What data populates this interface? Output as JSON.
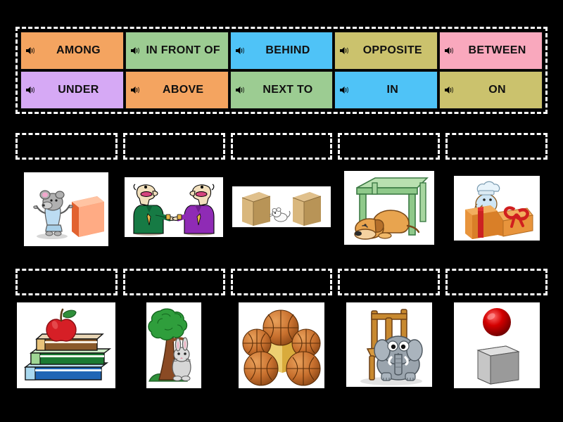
{
  "activity": {
    "type": "match-up-prepositions"
  },
  "wordbank": {
    "tiles": [
      {
        "label": "AMONG",
        "color": "#f4a460",
        "icon": "speaker-icon"
      },
      {
        "label": "IN FRONT OF",
        "color": "#9ccc92",
        "icon": "speaker-icon"
      },
      {
        "label": "BEHIND",
        "color": "#4fc3f7",
        "icon": "speaker-icon"
      },
      {
        "label": "OPPOSITE",
        "color": "#cbc濃",
        "icon": "speaker-icon"
      },
      {
        "label": "BETWEEN",
        "color": "#f9a8bd",
        "icon": "speaker-icon"
      },
      {
        "label": "UNDER",
        "color": "#d6a9f5",
        "icon": "speaker-icon"
      },
      {
        "label": "ABOVE",
        "color": "#f4a460",
        "icon": "speaker-icon"
      },
      {
        "label": "NEXT TO",
        "color": "#9ccc92",
        "icon": "speaker-icon"
      },
      {
        "label": "IN",
        "color": "#4fc3f7",
        "icon": "speaker-icon"
      },
      {
        "label": "ON",
        "color": "#cbc26d",
        "icon": "speaker-icon"
      }
    ],
    "tile_colors": [
      "#f4a460",
      "#9ccc92",
      "#4fc3f7",
      "#cbc26d",
      "#f9a8bd",
      "#d6a9f5",
      "#f4a460",
      "#9ccc92",
      "#4fc3f7",
      "#cbc26d"
    ]
  },
  "dropzones": {
    "row1": [
      "",
      "",
      "",
      "",
      ""
    ],
    "row2": [
      "",
      "",
      "",
      "",
      ""
    ]
  },
  "cards": {
    "row1": [
      {
        "name": "mouse-beside-orange-box"
      },
      {
        "name": "two-men-facing-each-other"
      },
      {
        "name": "mouse-between-two-boxes"
      },
      {
        "name": "dog-under-table"
      },
      {
        "name": "bird-in-gift-box"
      }
    ],
    "row2": [
      {
        "name": "apple-on-books"
      },
      {
        "name": "rabbit-behind-tree"
      },
      {
        "name": "box-among-basketballs"
      },
      {
        "name": "elephant-next-to-chair"
      },
      {
        "name": "ball-above-cube"
      }
    ]
  },
  "colors": {
    "background": "#000000",
    "dashed_outline": "#ffffff",
    "card_background": "#ffffff",
    "text": "#101010"
  }
}
